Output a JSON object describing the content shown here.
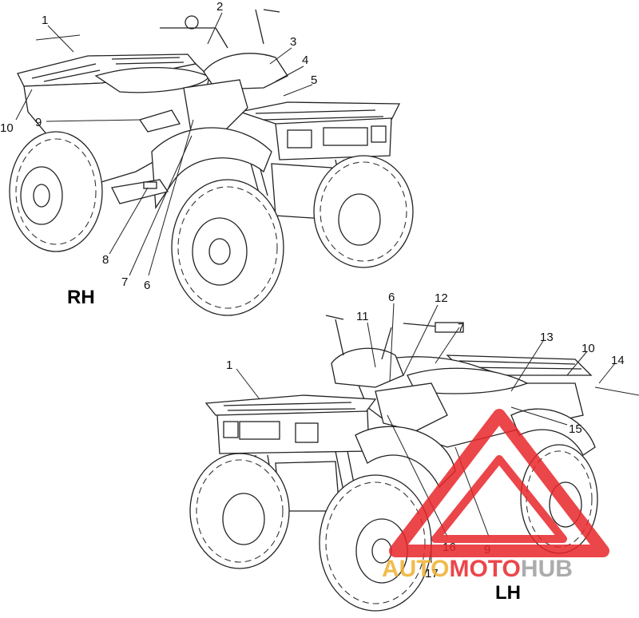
{
  "views": {
    "rh": {
      "label": "RH",
      "callouts": [
        "1",
        "2",
        "3",
        "4",
        "5",
        "6",
        "7",
        "8",
        "9",
        "10"
      ]
    },
    "lh": {
      "label": "LH",
      "callouts": [
        "1",
        "6",
        "7",
        "9",
        "10",
        "11",
        "12",
        "13",
        "14",
        "15",
        "16",
        "17"
      ]
    }
  },
  "watermark": {
    "auto": "AUTO",
    "moto": "MOTO",
    "hub": "HUB",
    "colors": {
      "auto": "#f0b030",
      "moto": "#e8262b",
      "hub": "#9e9e9e",
      "triangle": "#e8262b"
    }
  }
}
